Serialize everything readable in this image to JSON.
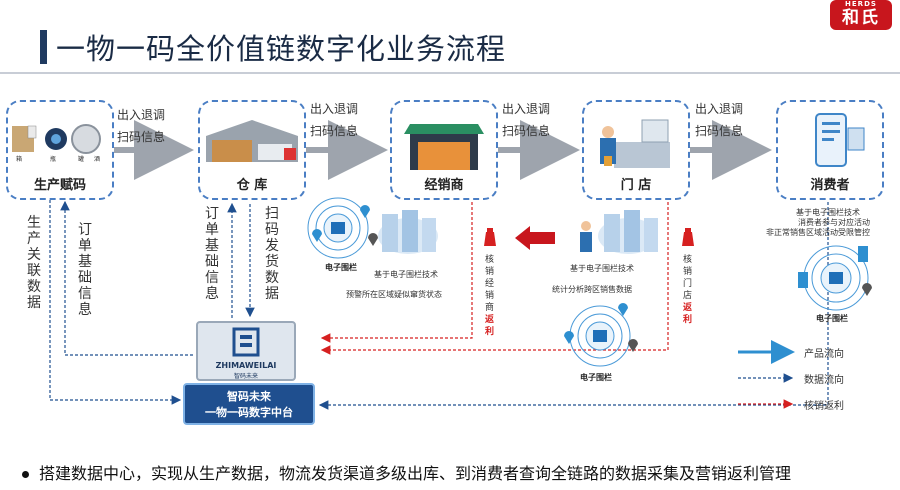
{
  "header": {
    "title": "一物一码全价值链数字化业务流程",
    "logo_en": "HERDS",
    "logo_cn": "和氏"
  },
  "nodes": [
    {
      "label": "生产赋码"
    },
    {
      "label": "仓  库"
    },
    {
      "label": "经销商"
    },
    {
      "label": "门  店"
    },
    {
      "label": "消费者"
    }
  ],
  "flow": {
    "line1": "出入退调",
    "line2": "扫码信息"
  },
  "production": {
    "labels": [
      "箱",
      "瓶",
      "罐",
      "酒"
    ]
  },
  "vertical": {
    "prod_assoc": "生产关联数据",
    "order_base": "订单基础信息",
    "wh_order": "订单基础信息",
    "wh_scan": "扫码发货数据",
    "dealer_rebate": "核销经销商",
    "dealer_rebate_red": "返利",
    "store_rebate": "核销门店",
    "store_rebate_red": "返利"
  },
  "fence": {
    "label": "电子围栏",
    "dealer_tech": "基于电子围栏技术",
    "dealer_warn": "预警所在区域疑似窜货状态",
    "store_tech": "基于电子围栏技术",
    "store_stat": "统计分析跨区销售数据",
    "consumer_l1": "基于电子围栏技术",
    "consumer_l2": "消费者参与对应活动",
    "consumer_l3": "非正常销售区域活动受限管控"
  },
  "platform": {
    "monitor_brand": "ZHIMAWEILAI",
    "monitor_cn": "智码未来",
    "line1": "智码未来",
    "line2": "一物一码数字中台"
  },
  "legend": [
    {
      "label": "产品流向",
      "color": "#2e8fd0"
    },
    {
      "label": "数据流向",
      "color": "#1f4f8f"
    },
    {
      "label": "核销返利",
      "color": "#d62020"
    }
  ],
  "footer": {
    "text": "搭建数据中心，实现从生产数据，物流发货渠道多级出库、到消费者查询全链路的数据采集及营销返利管理"
  }
}
